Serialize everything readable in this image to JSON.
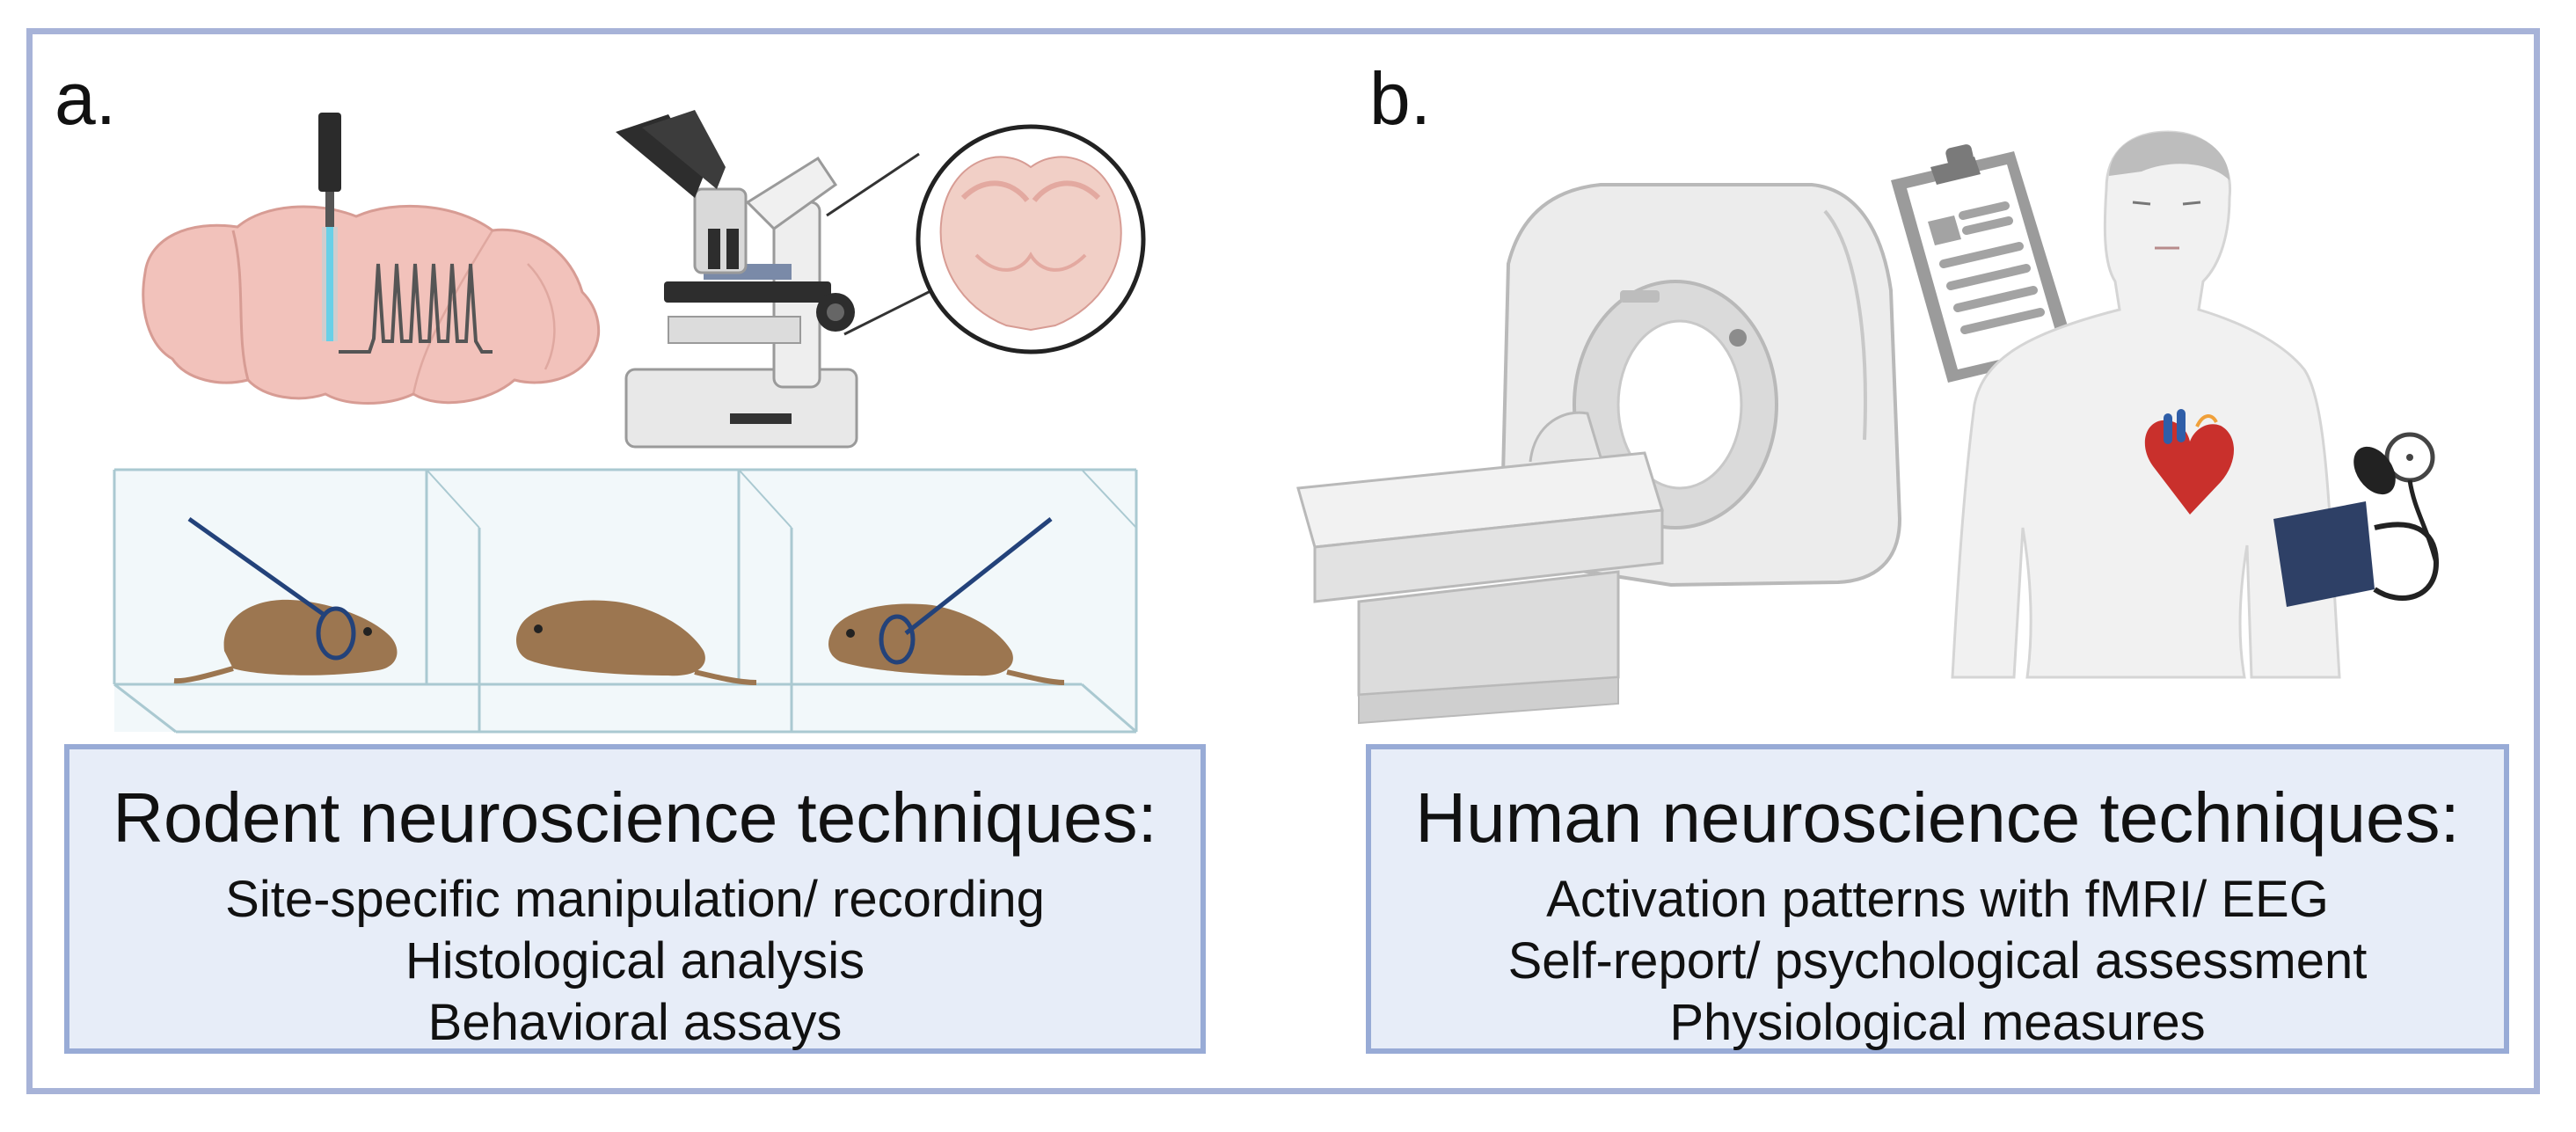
{
  "panel_a": {
    "letter": "a.",
    "caption": {
      "heading": "Rodent neuroscience techniques:",
      "items": [
        "Site-specific manipulation/ recording",
        "Histological analysis",
        "Behavioral assays"
      ]
    },
    "icons": [
      "optogenetic-probe-icon",
      "rodent-brain-icon",
      "microscope-icon",
      "brain-section-icon",
      "three-chamber-box-icon",
      "rodent-icon"
    ]
  },
  "panel_b": {
    "letter": "b.",
    "caption": {
      "heading": "Human neuroscience techniques:",
      "items": [
        "Activation patterns with fMRI/ EEG",
        "Self-report/ psychological assessment",
        "Physiological measures"
      ]
    },
    "icons": [
      "mri-scanner-icon",
      "clipboard-icon",
      "human-torso-icon",
      "heart-icon",
      "blood-pressure-cuff-icon"
    ]
  },
  "colors": {
    "frame_border": "#a7b3d8",
    "caption_fill": "#e7edf8",
    "caption_border": "#98abd6",
    "rodent_fur": "#9c7650",
    "brain_pink": "#f2c2bb",
    "tether_blue": "#23427a",
    "heart_red": "#c9302c"
  }
}
